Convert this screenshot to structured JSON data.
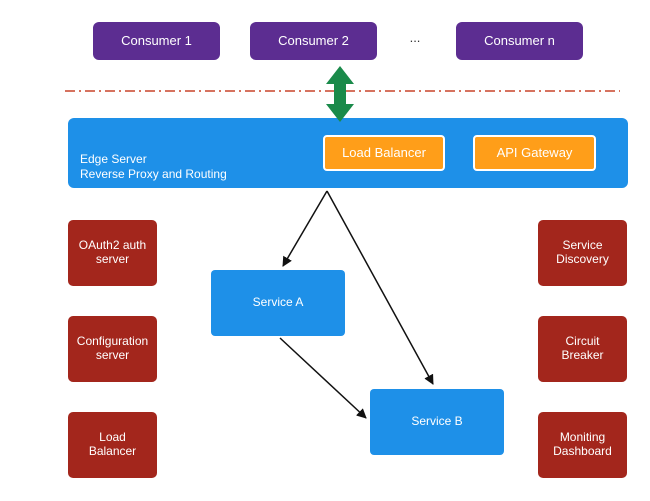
{
  "consumers": {
    "c1": "Consumer 1",
    "c2": "Consumer 2",
    "ellipsis": "...",
    "cn": "Consumer n"
  },
  "edge": {
    "line1": "Edge Server",
    "line2": "Reverse Proxy and Routing",
    "load_balancer": "Load Balancer",
    "api_gateway": "API Gateway"
  },
  "services": {
    "a": "Service A",
    "b": "Service B"
  },
  "left_boxes": {
    "oauth_l1": "OAuth2 auth",
    "oauth_l2": "server",
    "config_l1": "Configuration",
    "config_l2": "server",
    "lb_l1": "Load",
    "lb_l2": "Balancer"
  },
  "right_boxes": {
    "sd_l1": "Service",
    "sd_l2": "Discovery",
    "cb_l1": "Circuit",
    "cb_l2": "Breaker",
    "md_l1": "Moniting",
    "md_l2": "Dashboard"
  },
  "colors": {
    "consumer": "#5c2d91",
    "edge_blue": "#1e90e8",
    "orange": "#ff9e19",
    "red": "#a3261c",
    "green_arrow": "#1a8a4a",
    "dash_line": "#c8442a"
  }
}
